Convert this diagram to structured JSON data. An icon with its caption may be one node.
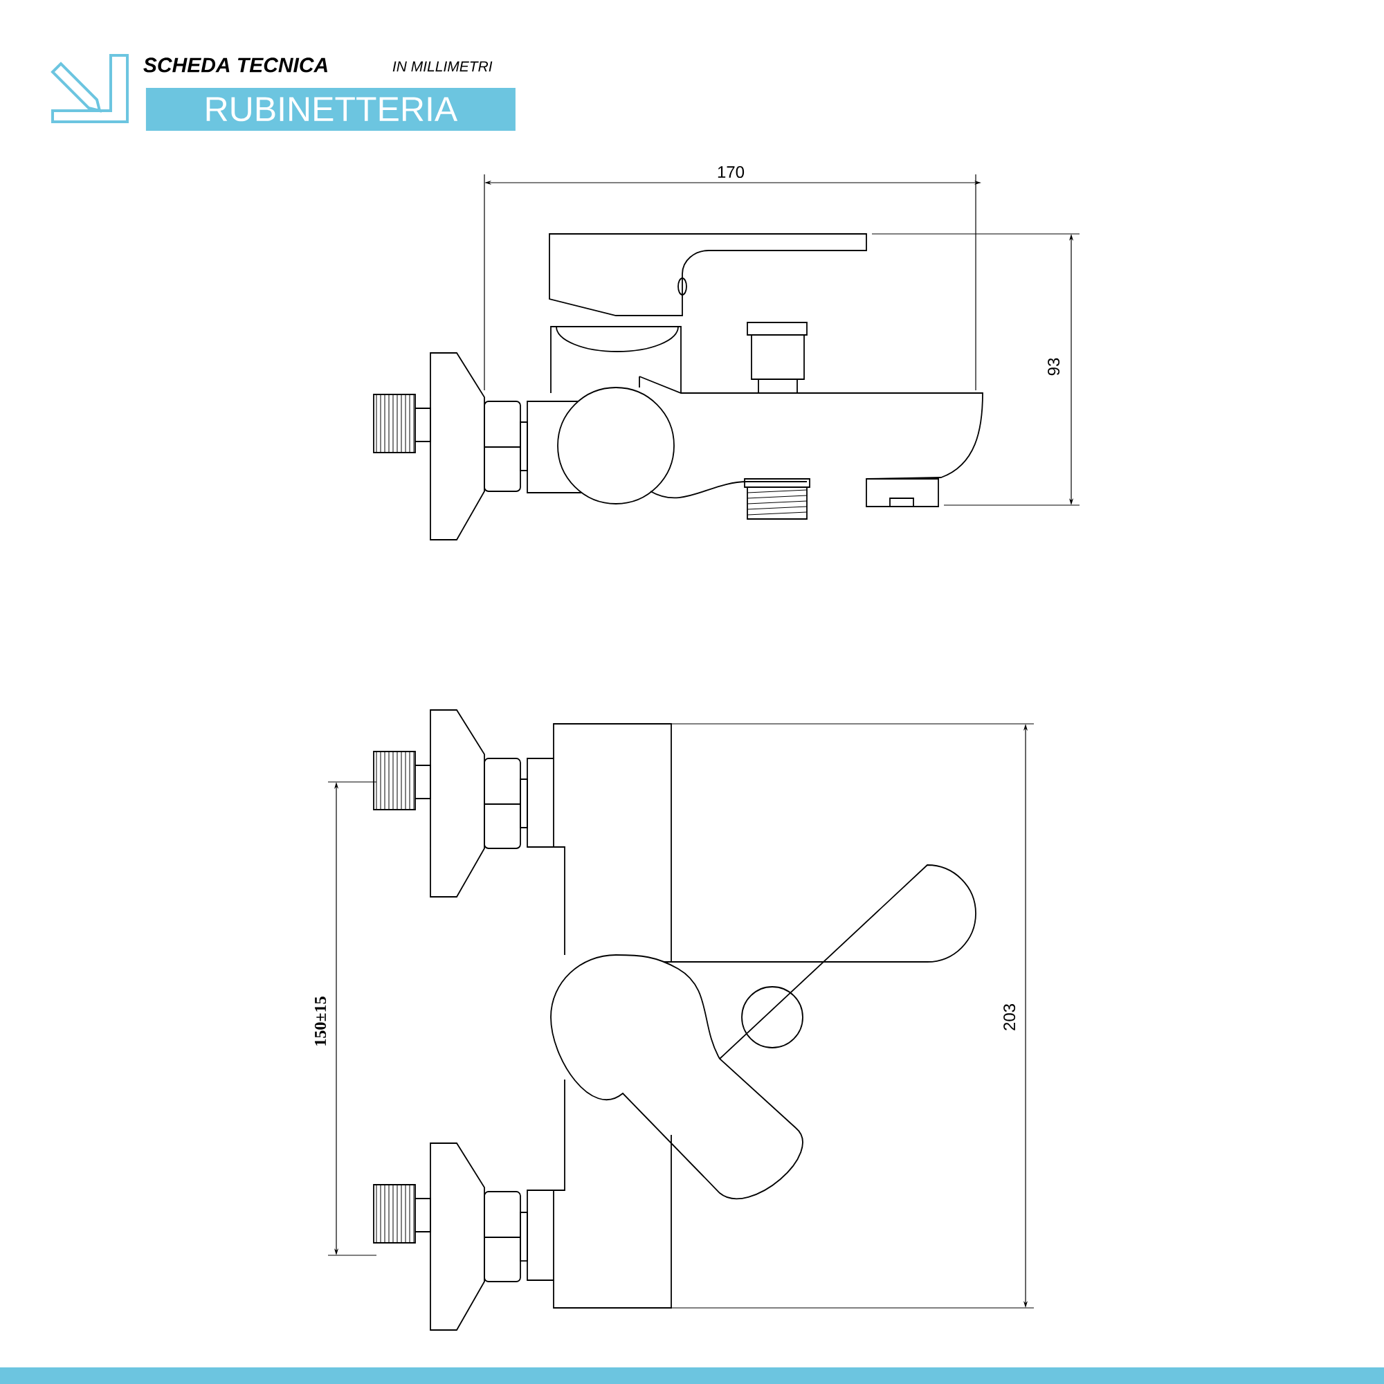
{
  "diagram": {
    "labels": [
      "SCHEDA TECNICA",
      "IN MILLIMETRI",
      "RUBINETTERIA",
      "170",
      "93",
      "150±15",
      "203"
    ]
  }
}
